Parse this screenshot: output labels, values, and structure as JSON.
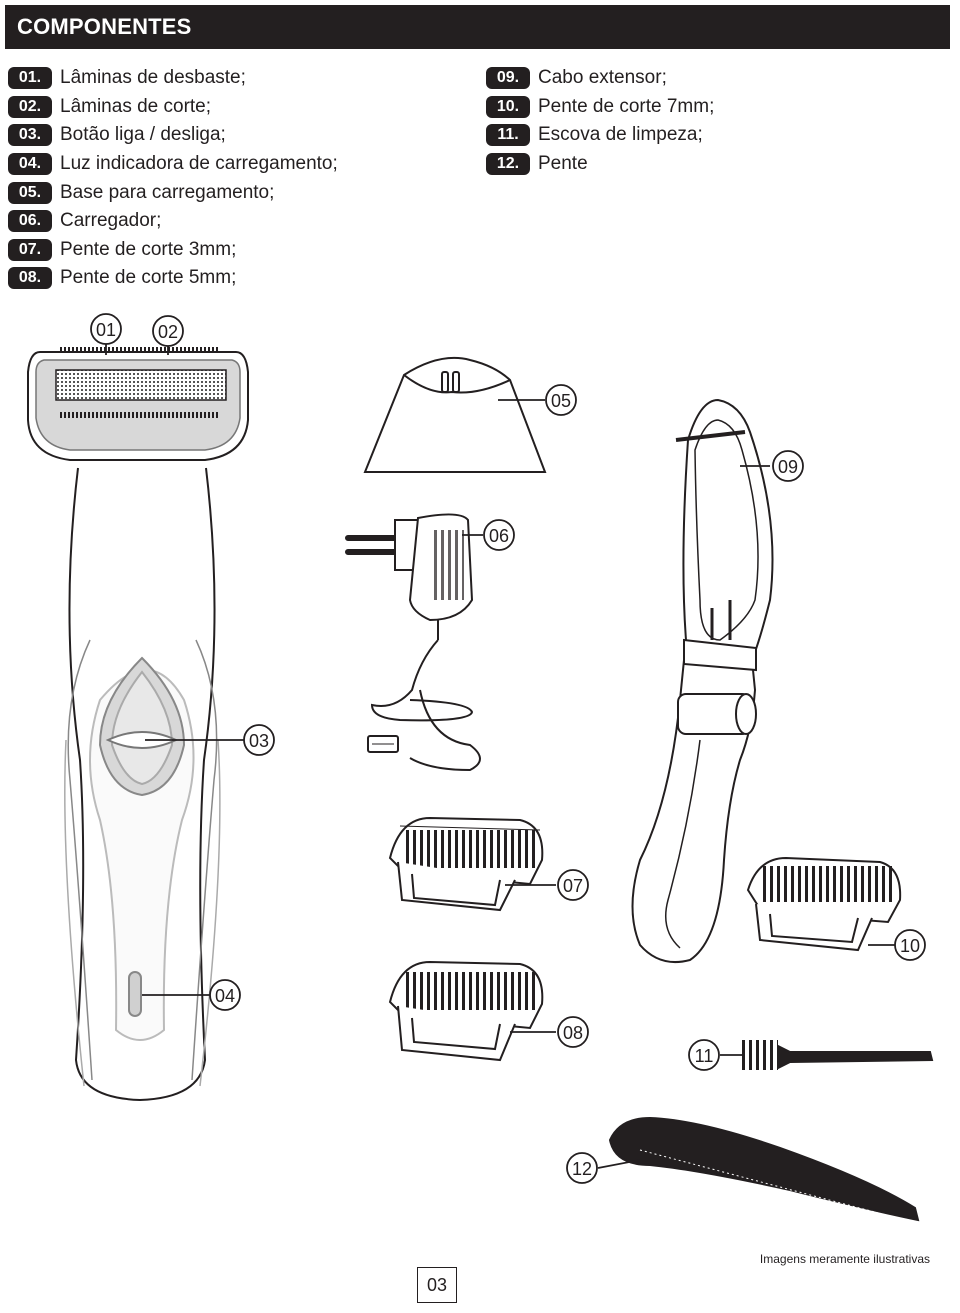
{
  "header": {
    "title": "COMPONENTES"
  },
  "components_left": [
    {
      "num": "01.",
      "label": "Lâminas de desbaste;"
    },
    {
      "num": "02.",
      "label": "Lâminas de corte;"
    },
    {
      "num": "03.",
      "label": "Botão liga / desliga;"
    },
    {
      "num": "04.",
      "label": "Luz indicadora de carregamento;"
    },
    {
      "num": "05.",
      "label": "Base para carregamento;"
    },
    {
      "num": "06.",
      "label": "Carregador;"
    },
    {
      "num": "07.",
      "label": "Pente de corte 3mm;"
    },
    {
      "num": "08.",
      "label": "Pente de corte 5mm;"
    }
  ],
  "components_right": [
    {
      "num": "09.",
      "label": "Cabo extensor;"
    },
    {
      "num": "10.",
      "label": "Pente de corte 7mm;"
    },
    {
      "num": "11.",
      "label": "Escova de limpeza;"
    },
    {
      "num": "12.",
      "label": "Pente"
    }
  ],
  "callouts": {
    "c01": "01",
    "c02": "02",
    "c03": "03",
    "c04": "04",
    "c05": "05",
    "c06": "06",
    "c07": "07",
    "c08": "08",
    "c09": "09",
    "c10": "10",
    "c11": "11",
    "c12": "12"
  },
  "footer": {
    "note": "Imagens meramente ilustrativas",
    "page": "03"
  }
}
